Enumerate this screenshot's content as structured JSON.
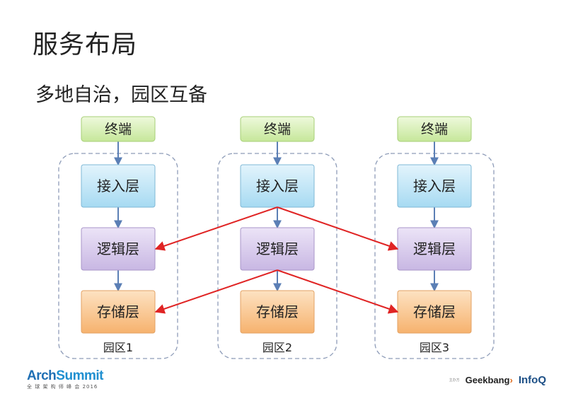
{
  "slide": {
    "title": "服务布局",
    "subtitle": "多地自治，园区互备"
  },
  "diagram": {
    "terminal_label": "终端",
    "layers": [
      "接入层",
      "逻辑层",
      "存储层"
    ],
    "zones": [
      "园区1",
      "园区2",
      "园区3"
    ]
  },
  "colors": {
    "terminal_fill": "#d8f0b4",
    "access_fill": "#bfe4f6",
    "logic_fill": "#d9cdec",
    "storage_fill": "#f8cc9a",
    "cross_arrow": "#e02424",
    "flow_arrow": "#5b7fb5"
  },
  "footer": {
    "brand_arch": "Arch",
    "brand_summit": "Summit",
    "brand_sub": "全 球 架 构 师 峰 会 2016",
    "sponsor_small": "主办方",
    "geekbang": "Geekbang",
    "geekbang_mark": "›",
    "infoq": "InfoQ"
  }
}
